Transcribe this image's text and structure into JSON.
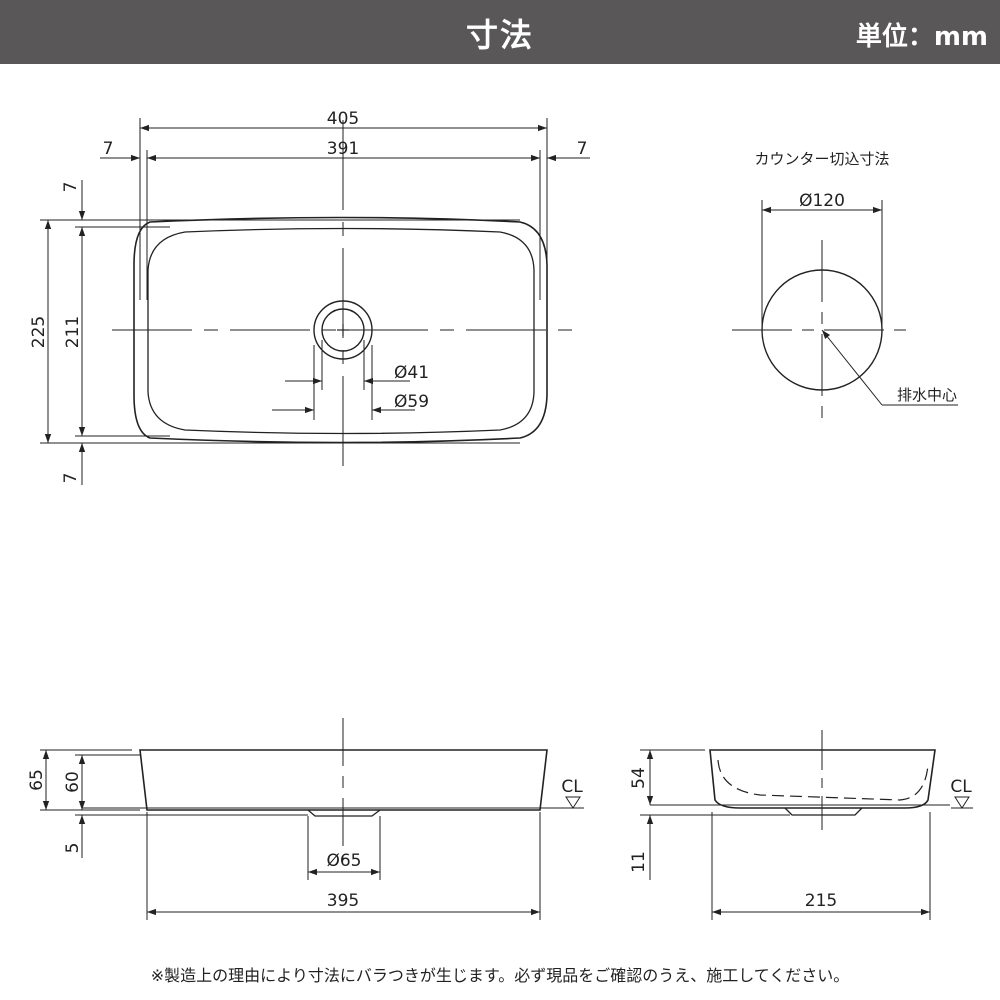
{
  "header": {
    "title": "寸法",
    "unit": "単位：mm"
  },
  "top_view": {
    "width_outer": "405",
    "width_inner": "391",
    "side_left": "7",
    "side_right": "7",
    "height_outer": "225",
    "height_inner": "211",
    "top_margin": "7",
    "bottom_margin": "7",
    "drain_inner": "Ø41",
    "drain_outer": "Ø59"
  },
  "counter_cutout": {
    "title": "カウンター切込寸法",
    "diameter": "Ø120",
    "drain_center": "排水中心"
  },
  "front_view": {
    "height_total": "65",
    "height_bowl": "60",
    "base": "5",
    "drain_dia": "Ø65",
    "width": "395",
    "cl": "CL"
  },
  "side_view": {
    "height": "54",
    "drain": "11",
    "width": "215",
    "cl": "CL"
  },
  "footnote": "※製造上の理由により寸法にバラつきが生じます。必ず現品をご確認のうえ、施工してください。"
}
